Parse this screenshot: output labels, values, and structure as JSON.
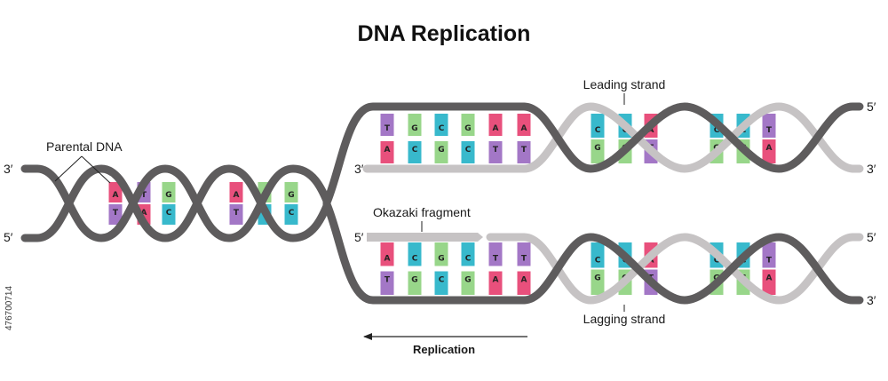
{
  "title": "DNA Replication",
  "labels": {
    "parental": "Parental DNA",
    "leading": "Leading strand",
    "okazaki": "Okazaki fragment",
    "lagging": "Lagging strand",
    "replication": "Replication"
  },
  "ends": {
    "left_top": "3′",
    "left_bottom": "5′",
    "leading_inner": "3′",
    "leading_right_top": "5′",
    "leading_right_bottom": "3′",
    "lagging_inner": "5′",
    "lagging_right_top": "5′",
    "lagging_right_bottom": "3′"
  },
  "stock_id": "476700714",
  "colors": {
    "A": "#e8507c",
    "T": "#a377c6",
    "G": "#98d68a",
    "C": "#38b9cc",
    "parental_strand": "#5e5c5d",
    "new_strand": "#c6c3c4"
  },
  "pairs": {
    "parental": [
      [
        "A",
        "T"
      ],
      [
        "T",
        "A"
      ],
      [
        "G",
        "C"
      ],
      [
        "A",
        "T"
      ],
      [
        "G",
        "C"
      ],
      [
        "G",
        "C"
      ]
    ],
    "leading_unpaired": [
      [
        "T",
        "A"
      ],
      [
        "G",
        "C"
      ],
      [
        "C",
        "G"
      ],
      [
        "G",
        "C"
      ],
      [
        "A",
        "T"
      ],
      [
        "A",
        "T"
      ]
    ],
    "leading_helix": [
      [
        "C",
        "G"
      ],
      [
        "C",
        "G"
      ],
      [
        "A",
        "T"
      ],
      [
        "C",
        "G"
      ],
      [
        "C",
        "G"
      ],
      [
        "T",
        "A"
      ]
    ],
    "lagging_unpaired": [
      [
        "A",
        "T"
      ],
      [
        "C",
        "G"
      ],
      [
        "G",
        "C"
      ],
      [
        "C",
        "G"
      ],
      [
        "T",
        "A"
      ],
      [
        "T",
        "A"
      ]
    ],
    "lagging_helix": [
      [
        "C",
        "G"
      ],
      [
        "C",
        "G"
      ],
      [
        "A",
        "T"
      ],
      [
        "C",
        "G"
      ],
      [
        "C",
        "G"
      ],
      [
        "T",
        "A"
      ]
    ]
  }
}
